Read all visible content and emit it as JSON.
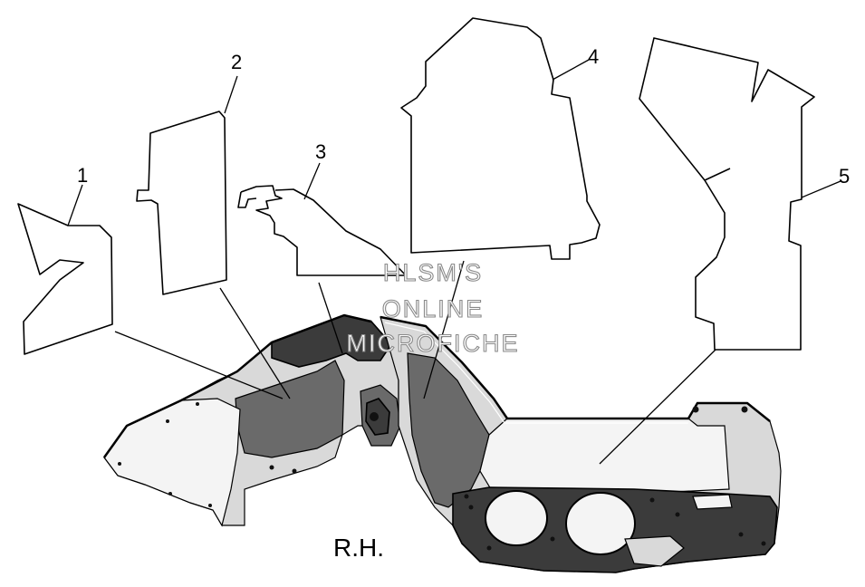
{
  "callouts": [
    {
      "id": "1",
      "label": "1"
    },
    {
      "id": "2",
      "label": "2"
    },
    {
      "id": "3",
      "label": "3"
    },
    {
      "id": "4",
      "label": "4"
    },
    {
      "id": "5",
      "label": "5"
    }
  ],
  "side_label": "R.H.",
  "watermark": {
    "line1": "HLSM'S",
    "line2": "ONLINE",
    "line3": "MICROFICHE"
  }
}
